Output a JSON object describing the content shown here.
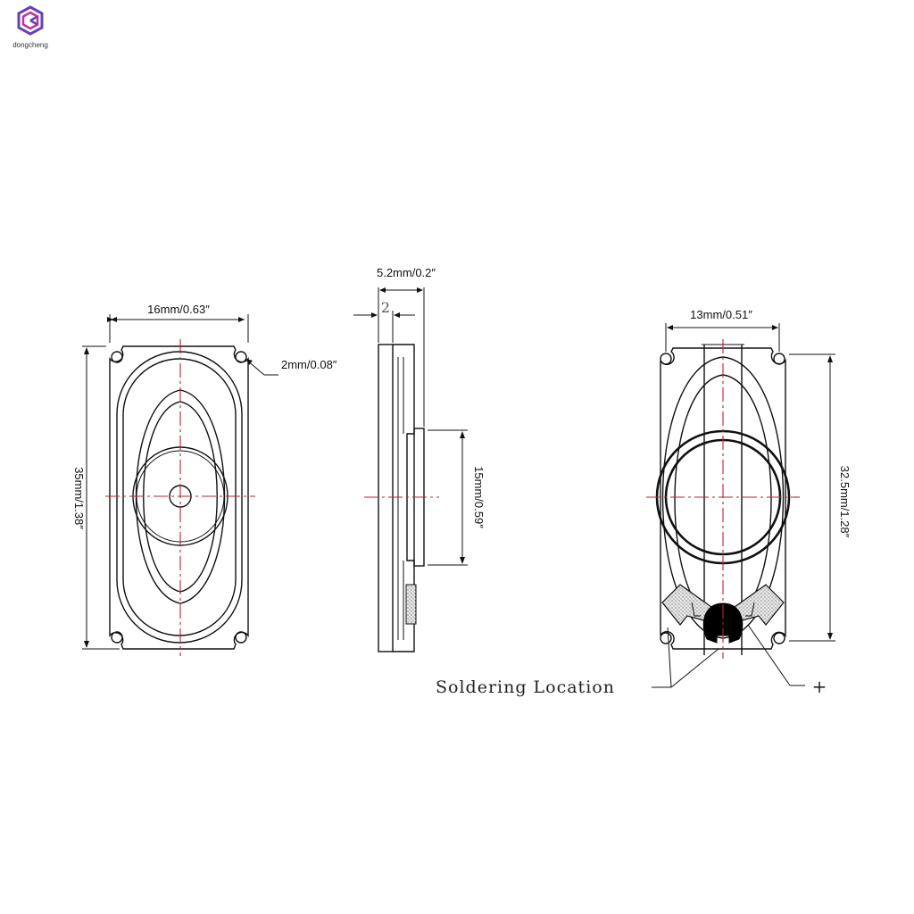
{
  "brand": {
    "logo_text": "dongcheng",
    "colors": {
      "logo_primary": "#6a3fb5",
      "logo_secondary": "#c0329a",
      "centerline": "#c2202a",
      "ink": "#111111"
    }
  },
  "front_view": {
    "width_dim": "16mm/0.63″",
    "height_dim": "35mm/1.38″",
    "hole_dim": "2mm/0.08″"
  },
  "side_view": {
    "depth_dim": "5.2mm/0.2″",
    "small_dim": "2",
    "magnet_dim": "15mm/0.59″"
  },
  "back_view": {
    "width_dim": "13mm/0.51″",
    "height_dim": "32.5mm/1.28″",
    "solder_label": "Soldering Location",
    "plus_label": "+"
  }
}
